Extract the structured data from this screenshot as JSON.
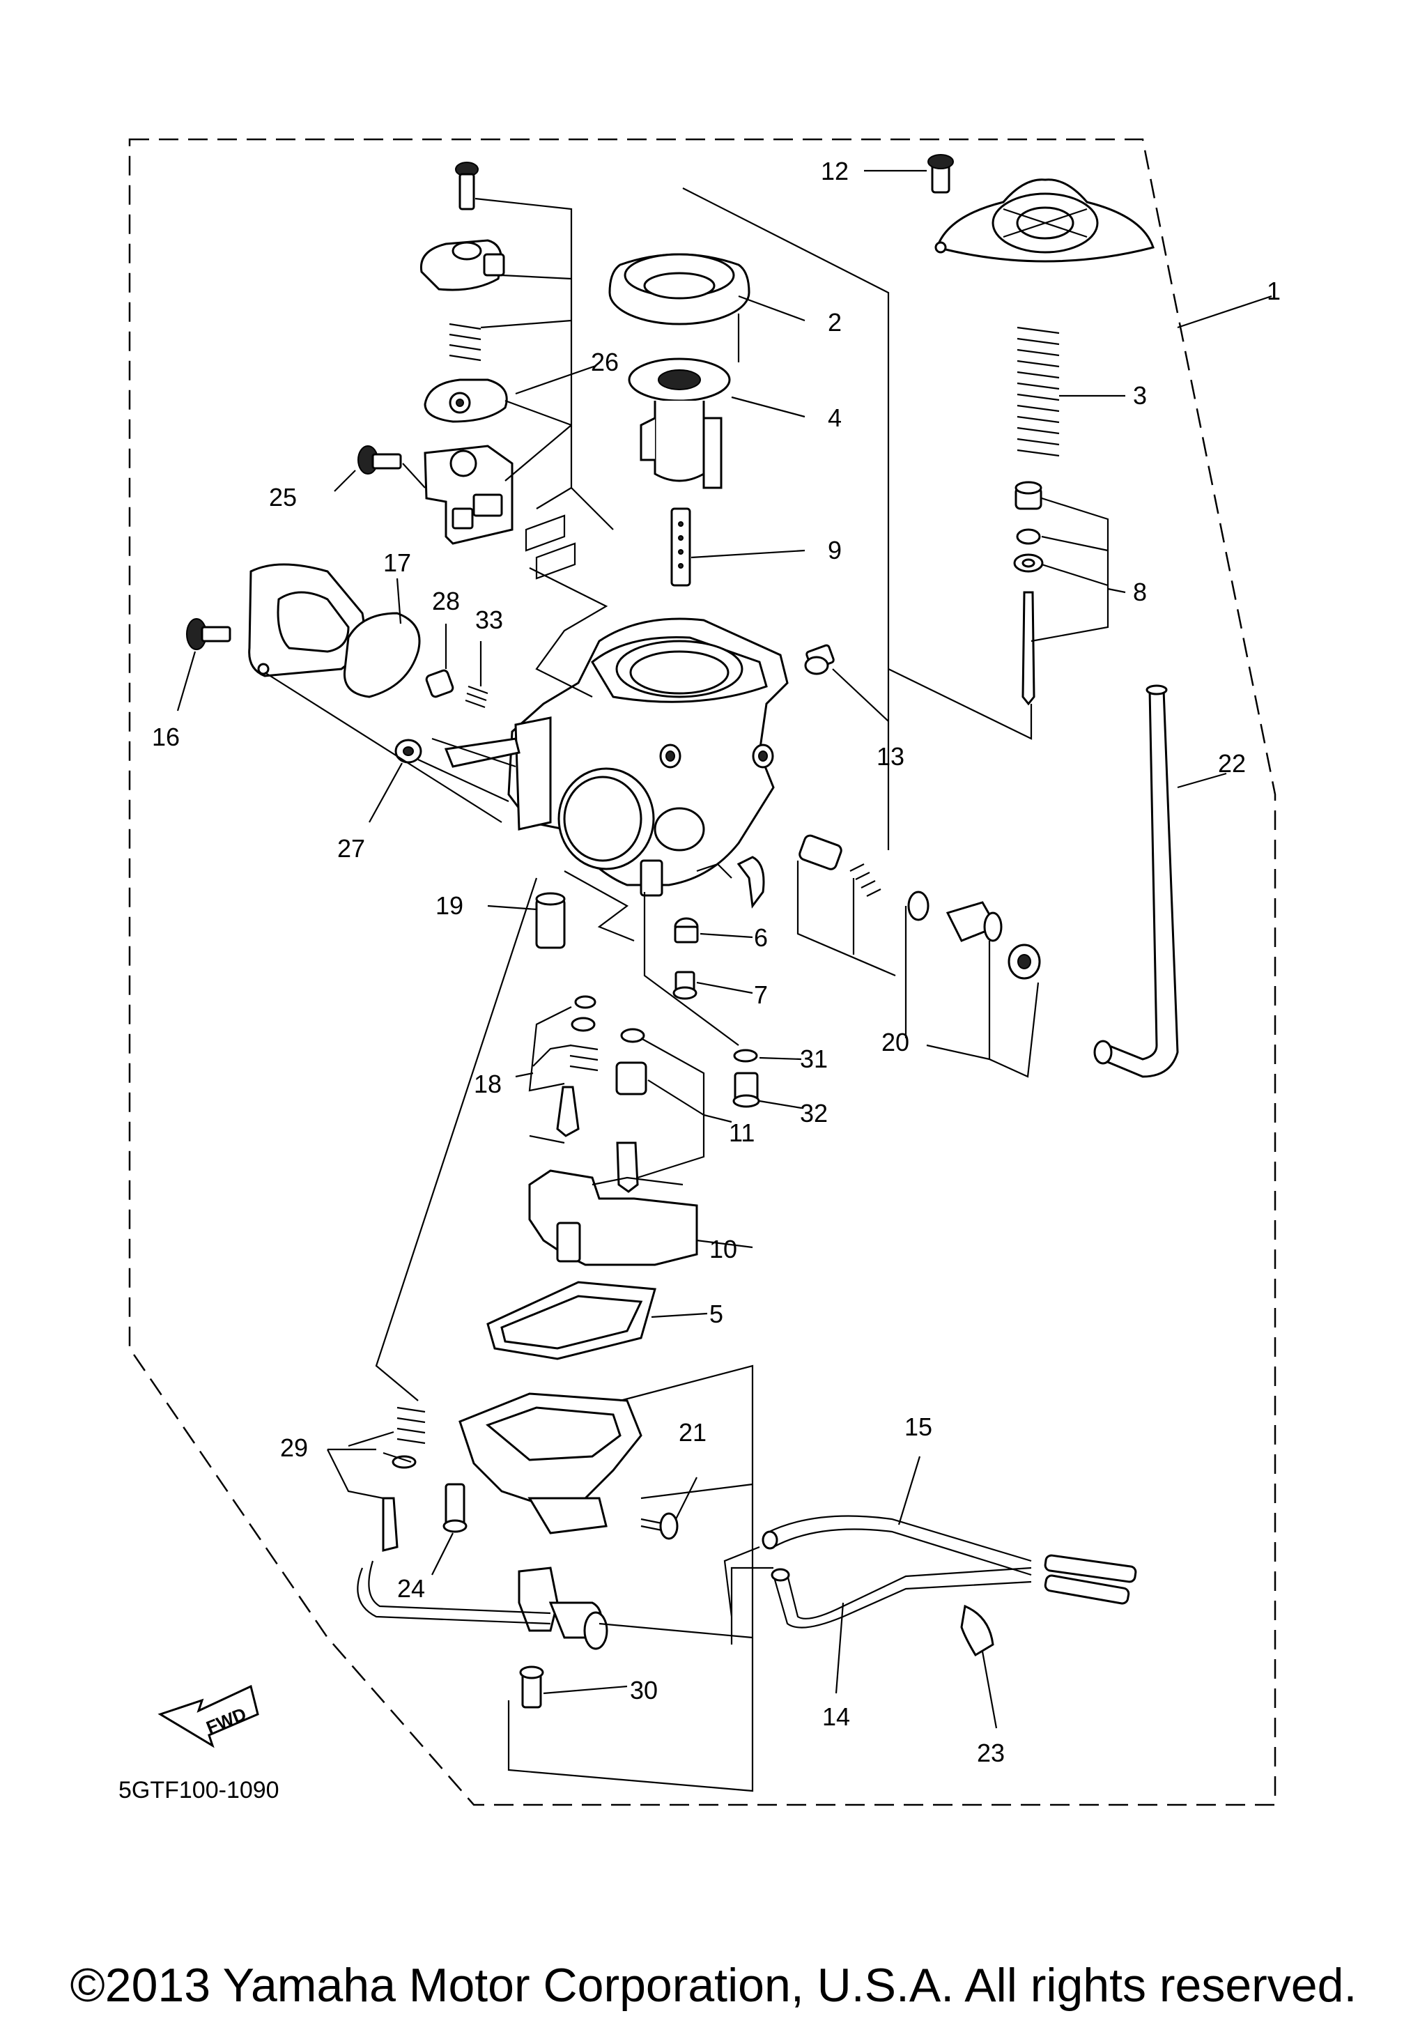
{
  "diagram": {
    "code": "5GTF100-1090",
    "fwd_label": "FWD",
    "labels": {
      "l1": "1",
      "l2": "2",
      "l3": "3",
      "l4": "4",
      "l5": "5",
      "l6": "6",
      "l7": "7",
      "l8": "8",
      "l9": "9",
      "l10": "10",
      "l11": "11",
      "l12": "12",
      "l13": "13",
      "l14": "14",
      "l15": "15",
      "l16": "16",
      "l17": "17",
      "l18": "18",
      "l19": "19",
      "l20": "20",
      "l21": "21",
      "l22": "22",
      "l23": "23",
      "l24": "24",
      "l25": "25",
      "l26": "26",
      "l27": "27",
      "l28": "28",
      "l29": "29",
      "l30": "30",
      "l31": "31",
      "l32": "32",
      "l33": "33"
    }
  },
  "footer": {
    "copyright": "©2013 Yamaha Motor Corporation, U.S.A. All rights reserved."
  }
}
